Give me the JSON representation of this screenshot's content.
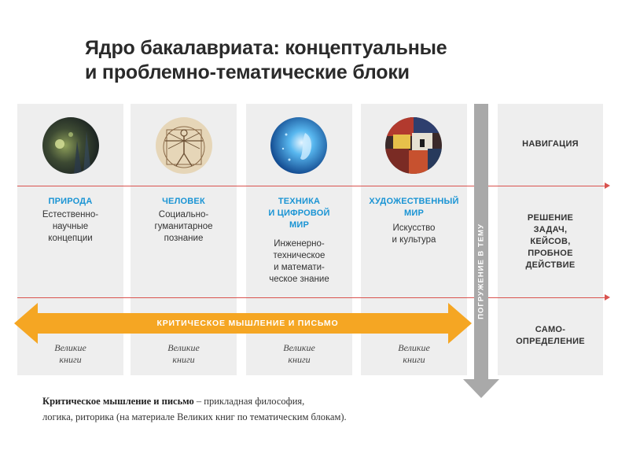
{
  "title": {
    "line1": "Ядро бакалавриата: концептуальные",
    "line2": "и проблемно-тематические блоки"
  },
  "columns": [
    {
      "icon": "nature-photo-icon",
      "heading": [
        "ПРИРОДА"
      ],
      "description": [
        "Естественно-",
        "научные",
        "концепции"
      ],
      "books": [
        "Великие",
        "книги"
      ]
    },
    {
      "icon": "vitruvian-man-icon",
      "heading": [
        "ЧЕЛОВЕК"
      ],
      "description": [
        "Социально-",
        "гуманитарное",
        "познание"
      ],
      "books": [
        "Великие",
        "книги"
      ]
    },
    {
      "icon": "digital-face-icon",
      "heading": [
        "ТЕХНИКА",
        "И ЦИФРОВОЙ",
        "МИР"
      ],
      "description": [
        "Инженерно-",
        "техническое",
        "и математи-",
        "ческое знание"
      ],
      "books": [
        "Великие",
        "книги"
      ]
    },
    {
      "icon": "abstract-painting-icon",
      "heading": [
        "ХУДОЖЕСТВЕННЫЙ",
        "МИР"
      ],
      "description": [
        "Искусство",
        "и культура"
      ],
      "books": [
        "Великие",
        "книги"
      ]
    }
  ],
  "right_column": {
    "navigation": [
      "НАВИГАЦИЯ"
    ],
    "solving": [
      "РЕШЕНИЕ",
      "ЗАДАЧ,",
      "КЕЙСОВ,",
      "ПРОБНОЕ",
      "ДЕЙСТВИЕ"
    ],
    "self": [
      "САМО-",
      "ОПРЕДЕЛЕНИЕ"
    ]
  },
  "vertical_arrow_label": "ПОГРУЖЕНИЕ В ТЕМУ",
  "horizontal_arrow_label": "КРИТИЧЕСКОЕ МЫШЛЕНИЕ И ПИСЬМО",
  "caption": {
    "bold": "Критическое мышление и письмо",
    "line1_rest": " – прикладная философия,",
    "line2": "логика, риторика (на материале Великих книг по тематическим блокам)."
  },
  "colors": {
    "heading_blue": "#1a94d4",
    "arrow_orange": "#f5a623",
    "red_line": "#d9534f",
    "gray_arrow": "#a9a9a9",
    "panel_bg": "#eeeeee"
  }
}
